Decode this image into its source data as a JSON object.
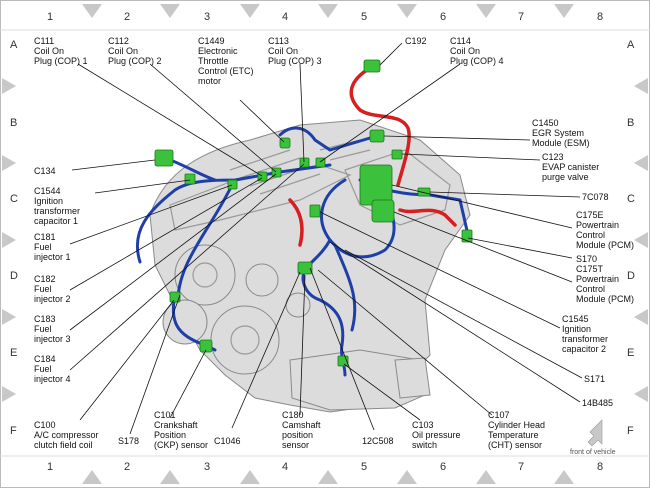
{
  "columns": [
    "1",
    "2",
    "3",
    "4",
    "5",
    "6",
    "7",
    "8"
  ],
  "rows": [
    "A",
    "B",
    "C",
    "D",
    "E",
    "F"
  ],
  "front_label": "front of vehicle",
  "labels": {
    "c111": [
      "C111",
      "Coil On",
      "Plug (COP) 1"
    ],
    "c112": [
      "C112",
      "Coil On",
      "Plug (COP) 2"
    ],
    "c1449": [
      "C1449",
      "Electronic",
      "Throttle",
      "Control (ETC)",
      "motor"
    ],
    "c113": [
      "C113",
      "Coil On",
      "Plug (COP) 3"
    ],
    "c192": [
      "C192"
    ],
    "c114": [
      "C114",
      "Coil On",
      "Plug (COP) 4"
    ],
    "c1450": [
      "C1450",
      "EGR System",
      "Module (ESM)"
    ],
    "c123": [
      "C123",
      "EVAP canister",
      "purge valve"
    ],
    "c134": [
      "C134"
    ],
    "c1544": [
      "C1544",
      "Ignition",
      "transformer",
      "capacitor 1"
    ],
    "7c078": [
      "7C078"
    ],
    "c175e": [
      "C175E",
      "Powertrain",
      "Control",
      "Module (PCM)"
    ],
    "c181": [
      "C181",
      "Fuel",
      "injector 1"
    ],
    "s170": [
      "S170"
    ],
    "c175t": [
      "C175T",
      "Powertrain",
      "Control",
      "Module (PCM)"
    ],
    "c182": [
      "C182",
      "Fuel",
      "injector 2"
    ],
    "c183": [
      "C183",
      "Fuel",
      "injector 3"
    ],
    "c1545": [
      "C1545",
      "Ignition",
      "transformer",
      "capacitor 2"
    ],
    "c184": [
      "C184",
      "Fuel",
      "injector 4"
    ],
    "s171": [
      "S171"
    ],
    "14b485": [
      "14B485"
    ],
    "c100": [
      "C100",
      "A/C compressor",
      "clutch field coil"
    ],
    "s178": [
      "S178"
    ],
    "c101": [
      "C101",
      "Crankshaft",
      "Position",
      "(CKP) sensor"
    ],
    "c1046": [
      "C1046"
    ],
    "c180": [
      "C180",
      "Camshaft",
      "position",
      "sensor"
    ],
    "12c508": [
      "12C508"
    ],
    "c103": [
      "C103",
      "Oil pressure",
      "switch"
    ],
    "c107": [
      "C107",
      "Cylinder Head",
      "Temperature",
      "(CHT) sensor"
    ]
  },
  "colors": {
    "harness": "#1f3fa8",
    "harness_red": "#d42020",
    "connector": "#3bc13b",
    "engine": "#d9d9d9",
    "marker": "#c8c8c8"
  }
}
